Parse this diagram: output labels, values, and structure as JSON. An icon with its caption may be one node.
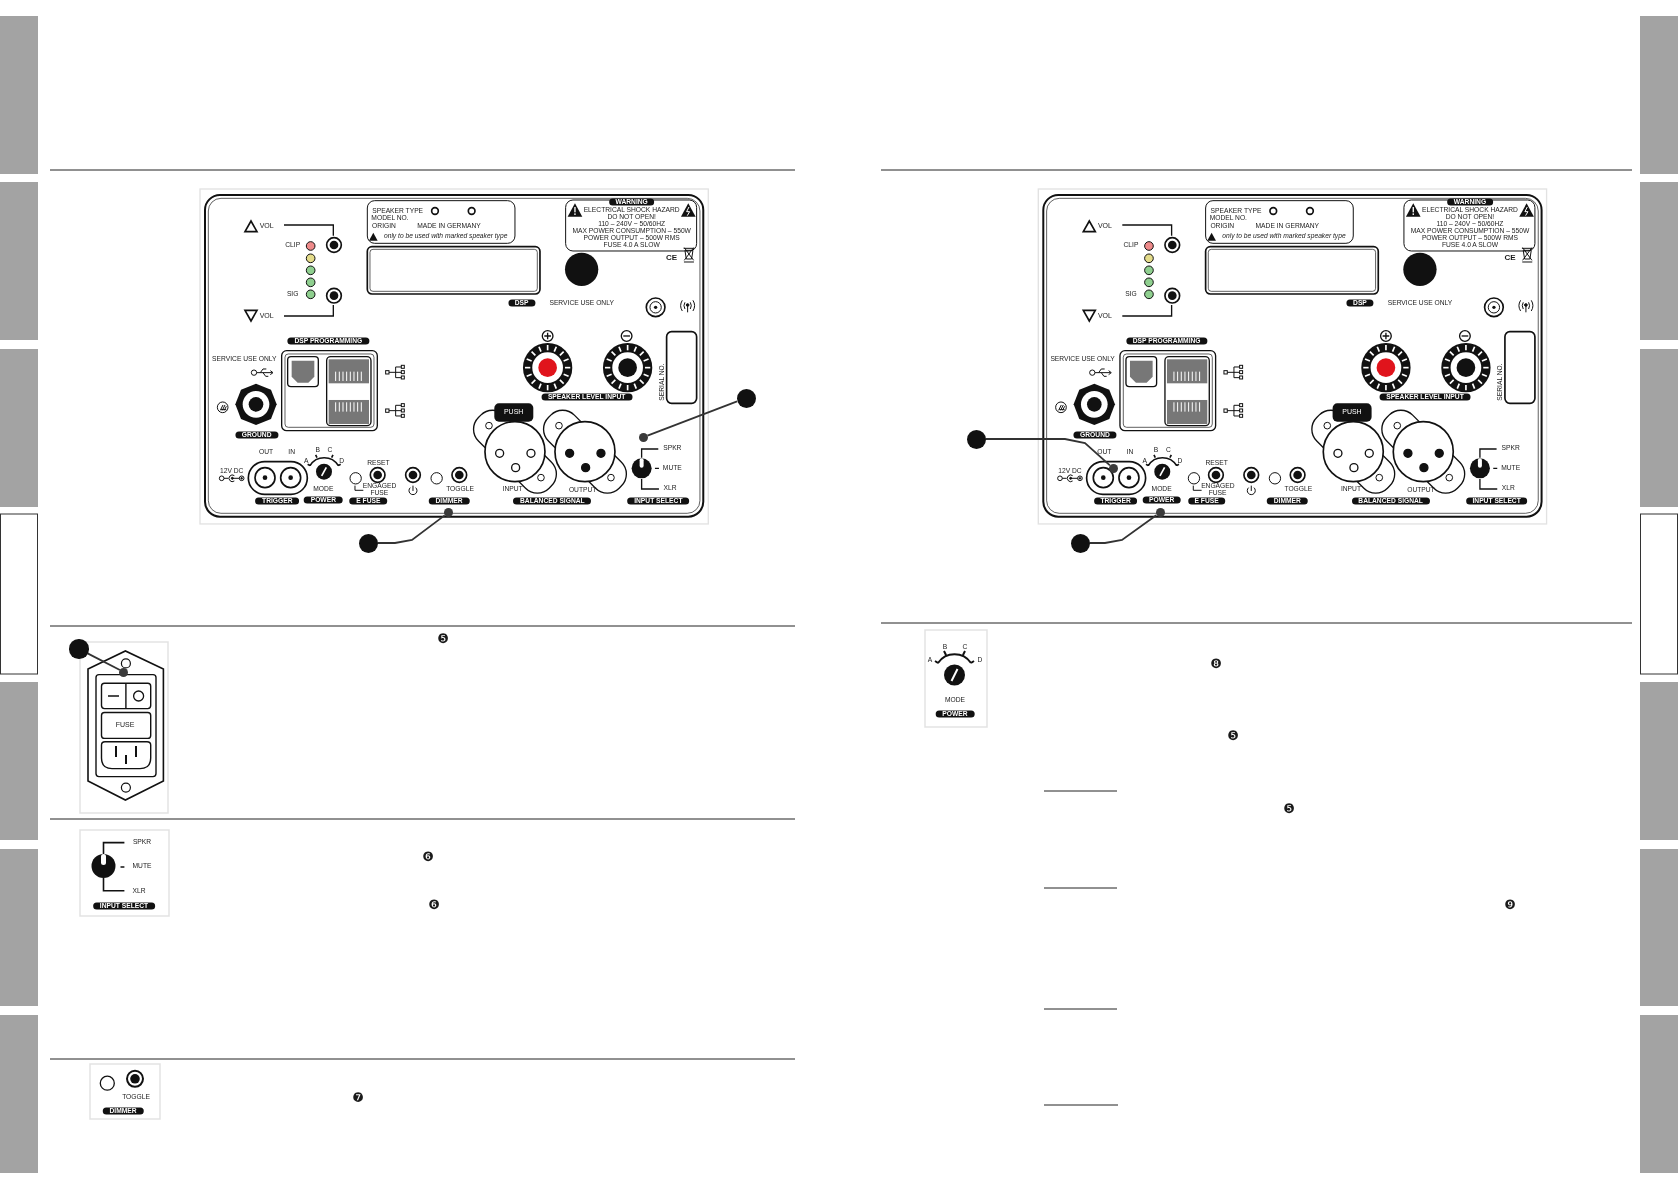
{
  "diagram": {
    "nodes": [
      {
        "text": [],
        "shape": "circle"
      },
      {
        "text": [],
        "shape": "circle"
      },
      {
        "text": [],
        "shape": "circle"
      },
      {
        "text": [],
        "shape": "circle"
      },
      {
        "text": [],
        "shape": "circle"
      },
      {
        "text": [],
        "shape": "circle"
      },
      {
        "text": [],
        "shape": "circle"
      },
      {
        "text": [],
        "shape": "circle"
      },
      {
        "text": [],
        "shape": "circle"
      },
      {
        "text": [],
        "shape": "circle"
      }
    ],
    "edges": [
      {
        "from": 0,
        "to": 1,
        "arrow": "none"
      },
      {
        "from": 3,
        "to": 2,
        "arrow": "none"
      },
      {
        "from": 4,
        "to": 5,
        "arrow": "none"
      },
      {
        "from": 6,
        "to": 7,
        "arrow": "none"
      },
      {
        "from": 9,
        "to": 8,
        "arrow": "none"
      }
    ],
    "labels": [
      "VOL",
      "SPEAKER TYPE",
      "MODEL NO.",
      "ORIGIN",
      "MADE IN GERMANY",
      "only to be used with marked speaker type",
      "WARNING",
      "ELECTRICAL SHOCK HAZARD",
      "DO NOT OPEN!",
      "110 – 240V ~ 50/60HZ",
      "MAX POWER CONSUMPTION – 550W",
      "POWER OUTPUT – 500W RMS",
      "CLIP",
      "FUSE 4.0 A SLOW",
      "CE",
      "SIG",
      "DSP",
      "SERVICE USE ONLY",
      "VOL",
      "DSP PROGRAMMING",
      "SERVICE USE ONLY",
      "SPEAKER LEVEL INPUT",
      "SERIAL NO.",
      "PUSH",
      "GROUND",
      "OUT",
      "IN",
      "B",
      "C",
      "SPKR",
      "A",
      "D",
      "RESET",
      "12V DC",
      "MUTE",
      "MODE",
      "ENGAGED FUSE",
      "TOGGLE",
      "INPUT",
      "OUTPUT",
      "XLR",
      "TRIGGER",
      "POWER",
      "E FUSE",
      "DIMMER",
      "BALANCED SIGNAL",
      "INPUT SELECT",
      "❺",
      "FUSE",
      "SPKR",
      "MUTE",
      "XLR",
      "INPUT SELECT",
      "❻",
      "❻",
      "TOGGLE",
      "DIMMER",
      "❼",
      "VOL",
      "SPEAKER TYPE",
      "MODEL NO.",
      "ORIGIN",
      "MADE IN GERMANY",
      "only to be used with marked speaker type",
      "WARNING",
      "ELECTRICAL SHOCK HAZARD",
      "DO NOT OPEN!",
      "110 – 240V ~ 50/60HZ",
      "MAX POWER CONSUMPTION – 550W",
      "POWER OUTPUT – 500W RMS",
      "CLIP",
      "FUSE 4.0 A SLOW",
      "CE",
      "SIG",
      "DSP",
      "SERVICE USE ONLY",
      "VOL",
      "DSP PROGRAMMING",
      "SERVICE USE ONLY",
      "SPEAKER LEVEL INPUT",
      "SERIAL NO.",
      "PUSH",
      "GROUND",
      "OUT",
      "IN",
      "B",
      "C",
      "SPKR",
      "A",
      "D",
      "RESET",
      "12V DC",
      "MUTE",
      "MODE",
      "ENGAGED FUSE",
      "TOGGLE",
      "INPUT",
      "OUTPUT",
      "XLR",
      "TRIGGER",
      "POWER",
      "E FUSE",
      "DIMMER",
      "BALANCED SIGNAL",
      "INPUT SELECT",
      "B",
      "C",
      "A",
      "D",
      "❽",
      "MODE",
      "POWER",
      "❺",
      "❺",
      "❾"
    ]
  }
}
